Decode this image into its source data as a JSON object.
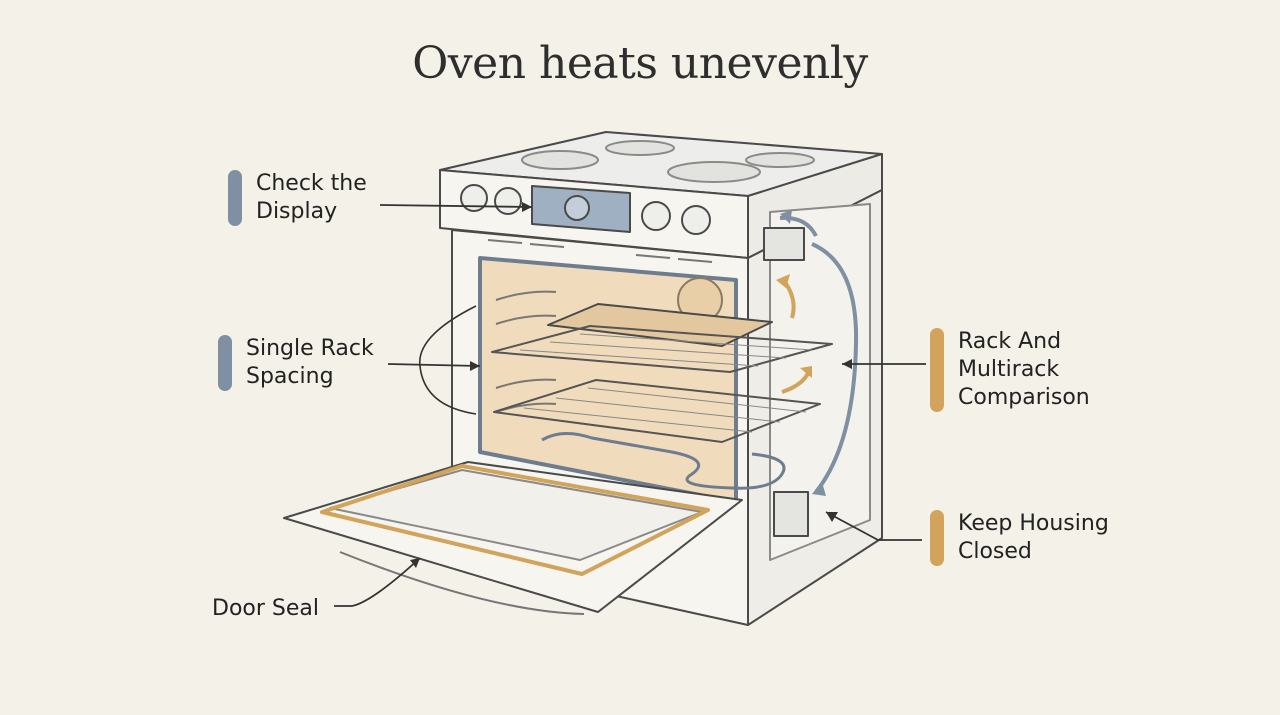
{
  "title": "Oven heats unevenly",
  "callouts": {
    "check_display": "Check the\nDisplay",
    "single_rack": "Single Rack\nSpacing",
    "rack_compare": "Rack And\nMultirack\nComparison",
    "keep_housing": "Keep Housing\nClosed",
    "door_seal": "Door Seal"
  },
  "colors": {
    "slate": "#7f90a2",
    "ochre": "#d2a35a",
    "line": "#4a4a4a",
    "interior": "#f0dcbc",
    "body": "#f7f5ef",
    "panel": "#9fb0c2"
  }
}
